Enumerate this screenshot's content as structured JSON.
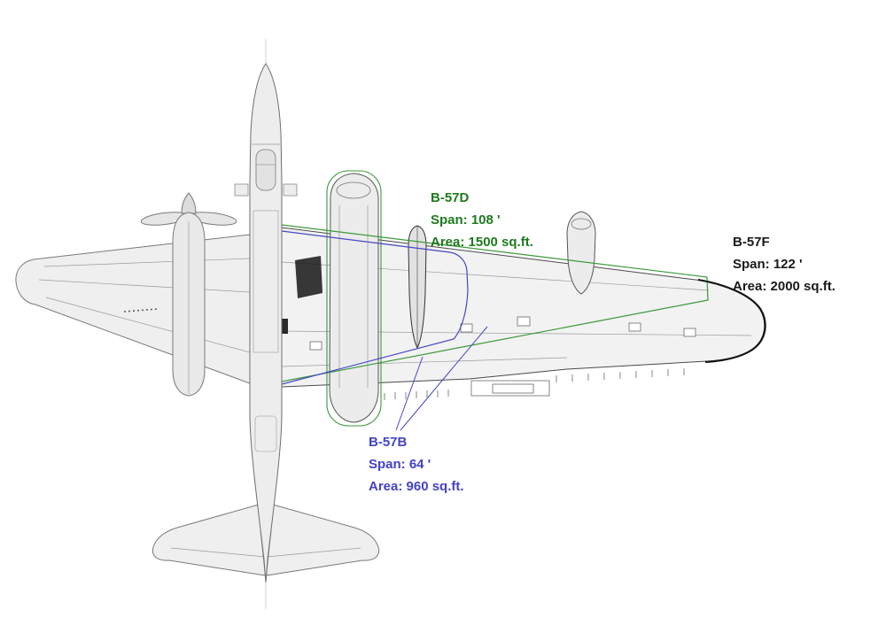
{
  "labels": [
    {
      "id": "b57d",
      "name": "B-57D",
      "span": "Span: 108 '",
      "area": "Area: 1500 sq.ft.",
      "color": "#1e7a1e"
    },
    {
      "id": "b57f",
      "name": "B-57F",
      "span": "Span: 122 '",
      "area": "Area: 2000 sq.ft.",
      "color": "#1a1a1a"
    },
    {
      "id": "b57b",
      "name": "B-57B",
      "span": "Span: 64 '",
      "area": "Area: 960 sq.ft.",
      "color": "#4343c8"
    }
  ],
  "colors": {
    "b57d_outline_green": "#3a9a3a",
    "b57b_outline_blue": "#4646c8",
    "b57f_outline_black": "#111111",
    "airframe_gray": "#7a7a7a",
    "background": "#ffffff"
  }
}
